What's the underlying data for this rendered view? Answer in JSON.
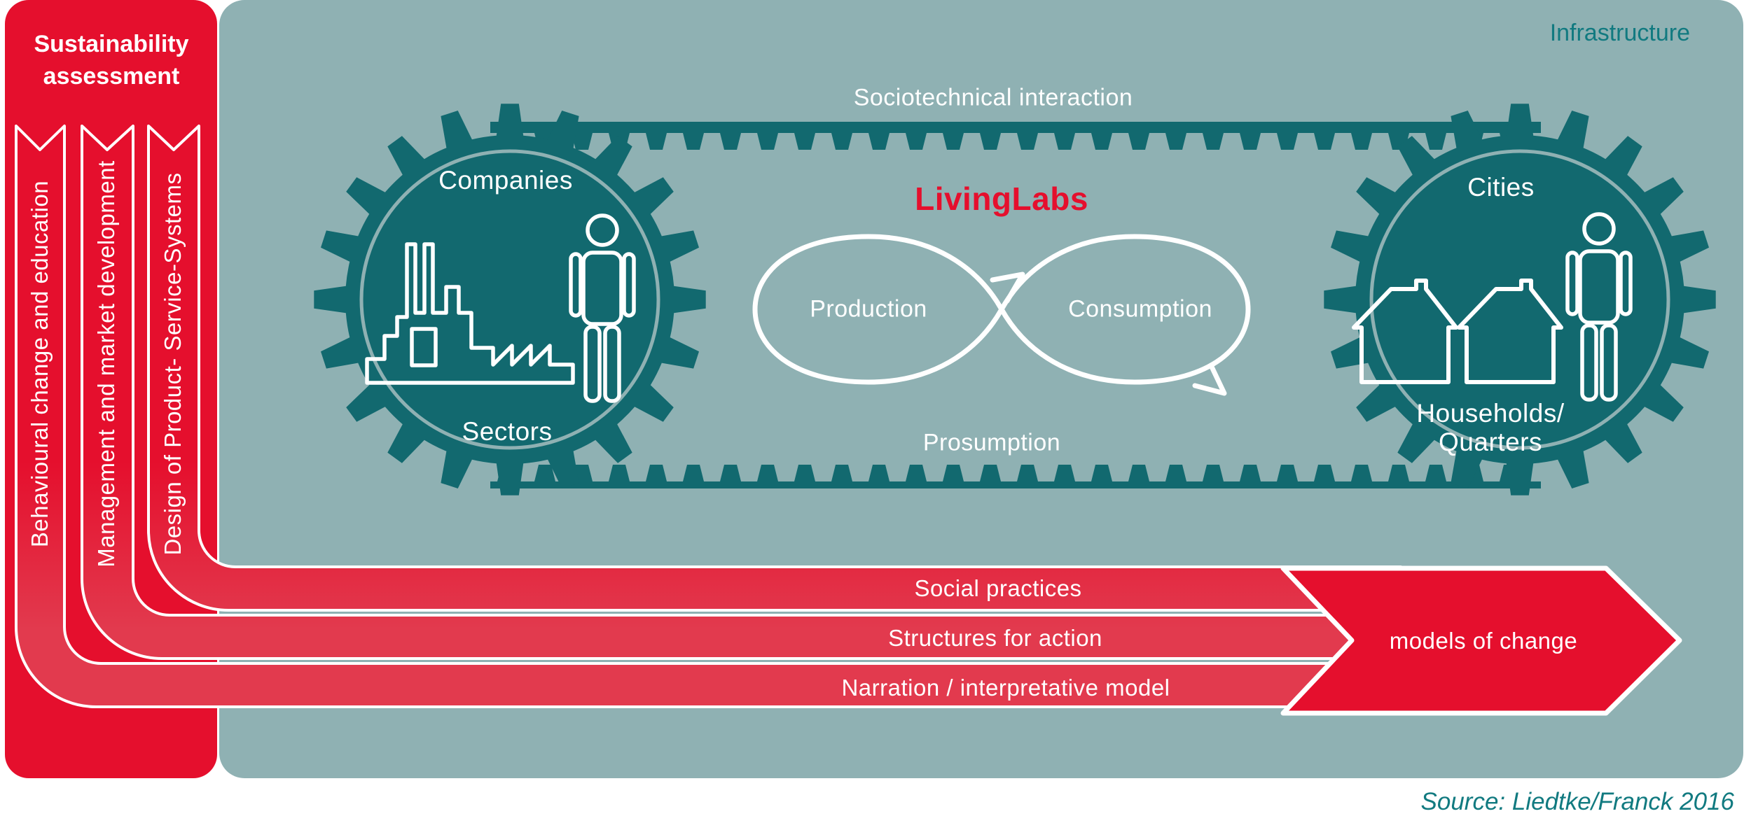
{
  "left_panel": {
    "title": "Sustainability assessment",
    "ribbons": [
      {
        "label": "Behavioural change and education"
      },
      {
        "label": "Management and market development"
      },
      {
        "label": "Design of Product- Service-Systems"
      }
    ]
  },
  "main_panel": {
    "corner_label": "Infrastructure",
    "belt": {
      "top_label": "Sociotechnical interaction",
      "bottom_label": "Prosumption"
    },
    "left_gear": {
      "top_label": "Companies",
      "bottom_label": "Sectors",
      "icons": [
        "factory-icon",
        "person-icon"
      ]
    },
    "right_gear": {
      "top_label": "Cities",
      "bottom_label": "Households/\nQuarters",
      "icons": [
        "house-icon",
        "house-icon",
        "person-icon"
      ]
    },
    "center": {
      "title": "LivingLabs",
      "loop_left_label": "Production",
      "loop_right_label": "Consumption"
    }
  },
  "flow_arrows": {
    "bands": [
      {
        "label": "Social practices"
      },
      {
        "label": "Structures for action"
      },
      {
        "label": "Narration / interpretative model"
      }
    ],
    "arrow_label": "models of change"
  },
  "source": "Source: Liedtke/Franck 2016",
  "colors": {
    "red": "#e50f2d",
    "red_light": "#e23a4e",
    "teal_background": "#8fb1b3",
    "teal_dark": "#12696f",
    "teal_text": "#117a80",
    "white": "#ffffff"
  }
}
